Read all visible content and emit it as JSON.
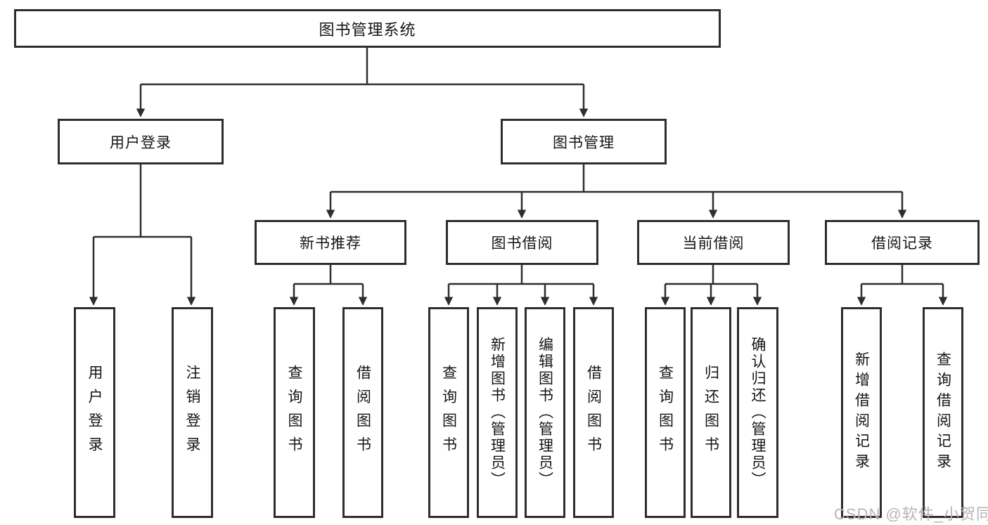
{
  "tree": {
    "root": "图书管理系统",
    "children": [
      {
        "label": "用户登录",
        "children": [
          "用户登录",
          "注销登录"
        ]
      },
      {
        "label": "图书管理",
        "children": [
          {
            "label": "新书推荐",
            "children": [
              "查询图书",
              "借阅图书"
            ]
          },
          {
            "label": "图书借阅",
            "children": [
              "查询图书",
              "新增图书（管理员）",
              "编辑图书（管理员）",
              "借阅图书"
            ]
          },
          {
            "label": "当前借阅",
            "children": [
              "查询图书",
              "归还图书",
              "确认归还（管理员）"
            ]
          },
          {
            "label": "借阅记录",
            "children": [
              "新增借阅记录",
              "查询借阅记录"
            ]
          }
        ]
      }
    ]
  },
  "watermark": {
    "text": "CSDN @软件_小贺同学"
  },
  "colors": {
    "line": "#2e2e2e",
    "text": "#151515",
    "watermark": "#b5b5b5",
    "background": "#ffffff"
  }
}
